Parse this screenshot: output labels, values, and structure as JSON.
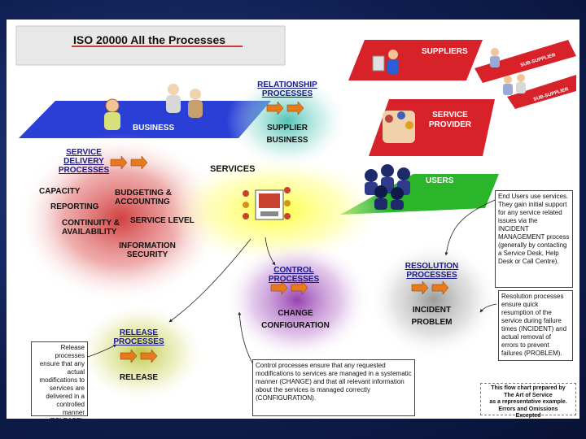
{
  "title": "ISO 20000 All the Processes",
  "planes": {
    "business": "BUSINESS",
    "suppliers": "SUPPLIERS",
    "service_provider": "SERVICE PROVIDER",
    "users": "USERS",
    "sub_supplier_1": "SUB-SUPPLIER",
    "sub_supplier_2": "SUB-SUPPLIER"
  },
  "groups": {
    "relationship": {
      "heading": "RELATIONSHIP PROCESSES",
      "items": [
        "SUPPLIER",
        "BUSINESS"
      ]
    },
    "service_delivery": {
      "heading": "SERVICE DELIVERY PROCESSES",
      "items": [
        "CAPACITY",
        "BUDGETING & ACCOUNTING",
        "REPORTING",
        "CONTINUITY & AVAILABILITY",
        "SERVICE LEVEL",
        "INFORMATION SECURITY"
      ]
    },
    "services": {
      "heading": "SERVICES"
    },
    "control": {
      "heading": "CONTROL PROCESSES",
      "items": [
        "CHANGE",
        "CONFIGURATION"
      ]
    },
    "resolution": {
      "heading": "RESOLUTION PROCESSES",
      "items": [
        "INCIDENT",
        "PROBLEM"
      ]
    },
    "release": {
      "heading": "RELEASE PROCESSES",
      "items": [
        "RELEASE"
      ]
    }
  },
  "notes": {
    "end_users": "End Users use services. They gain initial support for any service related issues via the INCIDENT MANAGEMENT process (generally by contacting a Service Desk, Help Desk or Call Centre).",
    "resolution": "Resolution processes ensure quick resumption of the service during failure times (INCIDENT) and actual removal of errors to prevent failures (PROBLEM).",
    "control": "Control processes ensure that any requested modifications to services are managed in a systematic manner (CHANGE) and that all relevant information about the services is managed correctly (CONFIGURATION).",
    "release": "Release processes ensure that any actual modifications to services are delivered in a controlled manner (RELEASE)."
  },
  "credit": {
    "line1": "This flow chart prepared by",
    "line2": "The Art of Service",
    "line3": "as a representative example.",
    "line4": "Errors and Omissions Excepted"
  },
  "colors": {
    "background": "#0f1f52",
    "business_plane": "#2a3fd6",
    "suppliers_plane": "#d8222a",
    "users_plane": "#2ab52a",
    "service_delivery_glow": "#cc2b2b",
    "relationship_glow": "#2fb8a8",
    "services_glow": "#ffff33",
    "control_glow": "#8b2fa8",
    "resolution_glow": "#9a9a9a",
    "release_glow": "#b8c236",
    "arrow": "#e87a1e",
    "title_underline": "#c00000"
  }
}
